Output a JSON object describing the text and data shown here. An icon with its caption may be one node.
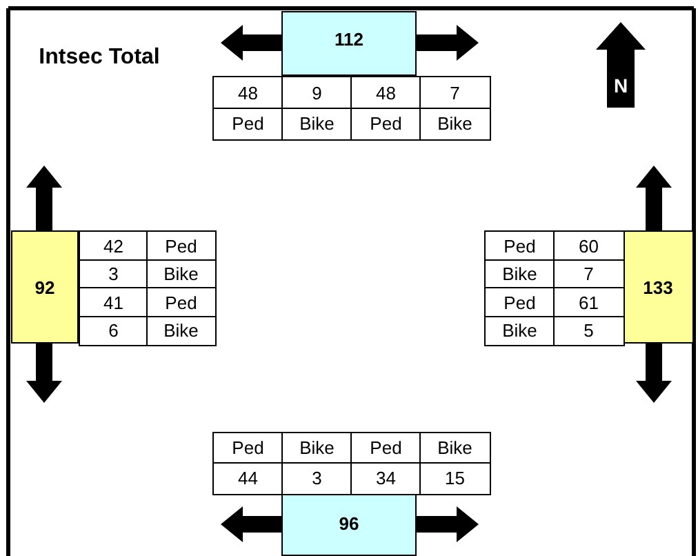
{
  "diagram": {
    "nodes": [
      {
        "text": [
          "112"
        ]
      },
      {
        "text": [
          "92"
        ]
      },
      {
        "text": [
          "133"
        ]
      },
      {
        "text": [
          "96"
        ]
      }
    ],
    "labels": [
      "Intsec Total",
      "48",
      "9",
      "48",
      "7",
      "Ped",
      "Bike",
      "Ped",
      "Bike",
      "N",
      "42",
      "Ped",
      "3",
      "Bike",
      "41",
      "Ped",
      "6",
      "Bike",
      "Ped",
      "60",
      "Bike",
      "7",
      "Ped",
      "61",
      "Bike",
      "5",
      "Ped",
      "Bike",
      "Ped",
      "Bike",
      "44",
      "3",
      "34",
      "15"
    ]
  }
}
